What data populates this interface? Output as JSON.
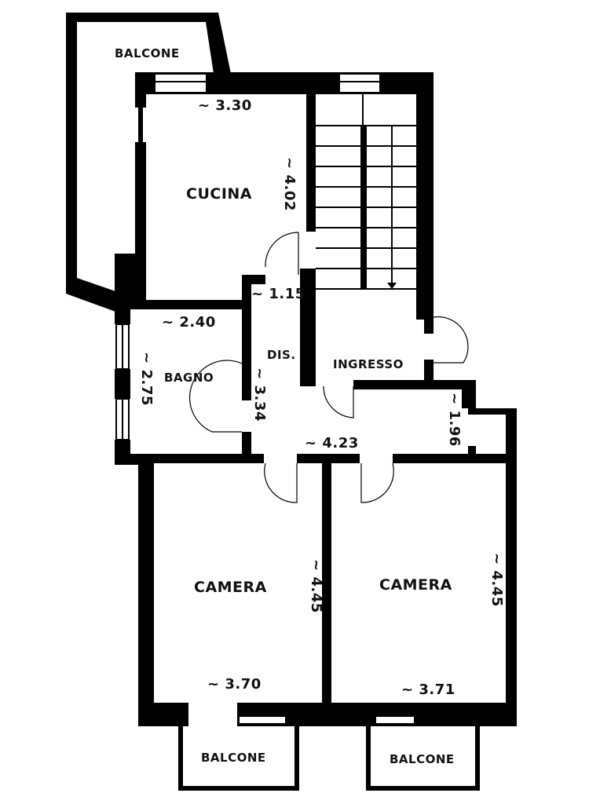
{
  "plan": {
    "wall_color": "#000000",
    "background": "#ffffff",
    "rooms": {
      "balcone_top": {
        "label": "BALCONE"
      },
      "cucina": {
        "label": "CUCINA",
        "width": "~ 3.30",
        "depth": "~ 4.02"
      },
      "dis": {
        "label": "DIS.",
        "width": "~ 1.15",
        "depth": "~ 3.34"
      },
      "bagno": {
        "label": "BAGNO",
        "width": "~ 2.40",
        "depth": "~ 2.75"
      },
      "ingresso": {
        "label": "INGRESSO",
        "depth": "~ 1.96"
      },
      "corridor": {
        "width": "~ 4.23"
      },
      "camera_left": {
        "label": "CAMERA",
        "width": "~ 3.70",
        "depth": "~ 4.45"
      },
      "camera_right": {
        "label": "CAMERA",
        "width": "~ 3.71",
        "depth": "~ 4.45"
      },
      "balcone_bottom_left": {
        "label": "BALCONE"
      },
      "balcone_bottom_right": {
        "label": "BALCONE"
      }
    }
  }
}
